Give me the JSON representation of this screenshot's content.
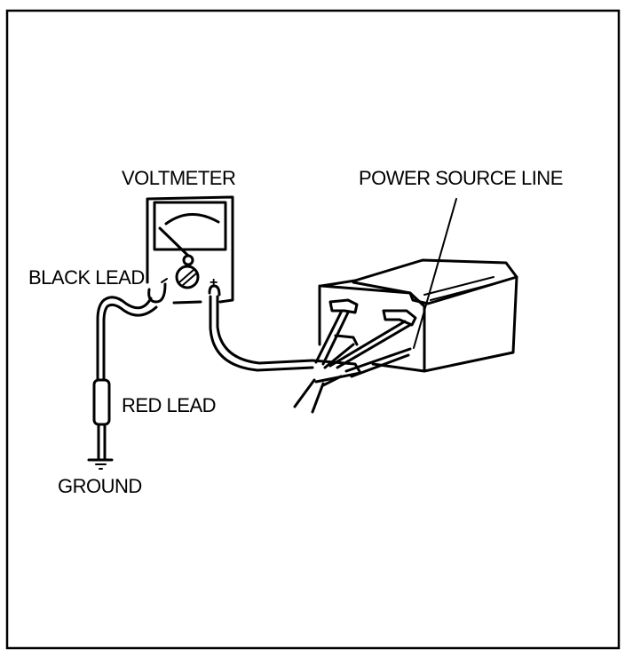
{
  "figure": {
    "type": "wiring-test-diagram",
    "labels": {
      "voltmeter": "VOLTMETER",
      "power_source_line": "POWER SOURCE LINE",
      "black_lead": "BLACK LEAD",
      "red_lead": "RED LEAD",
      "ground": "GROUND"
    },
    "meter": {
      "positive_terminal_symbol": "+"
    },
    "colors": {
      "ink": "#000000",
      "background": "#ffffff"
    }
  }
}
